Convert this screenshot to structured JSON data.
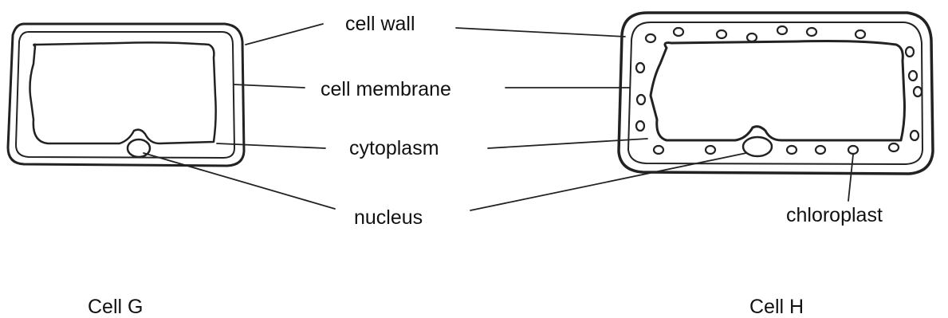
{
  "labels": {
    "cell_wall": "cell wall",
    "cell_membrane": "cell membrane",
    "cytoplasm": "cytoplasm",
    "nucleus": "nucleus",
    "chloroplast": "chloroplast"
  },
  "cells": {
    "left": "Cell G",
    "right": "Cell H"
  }
}
